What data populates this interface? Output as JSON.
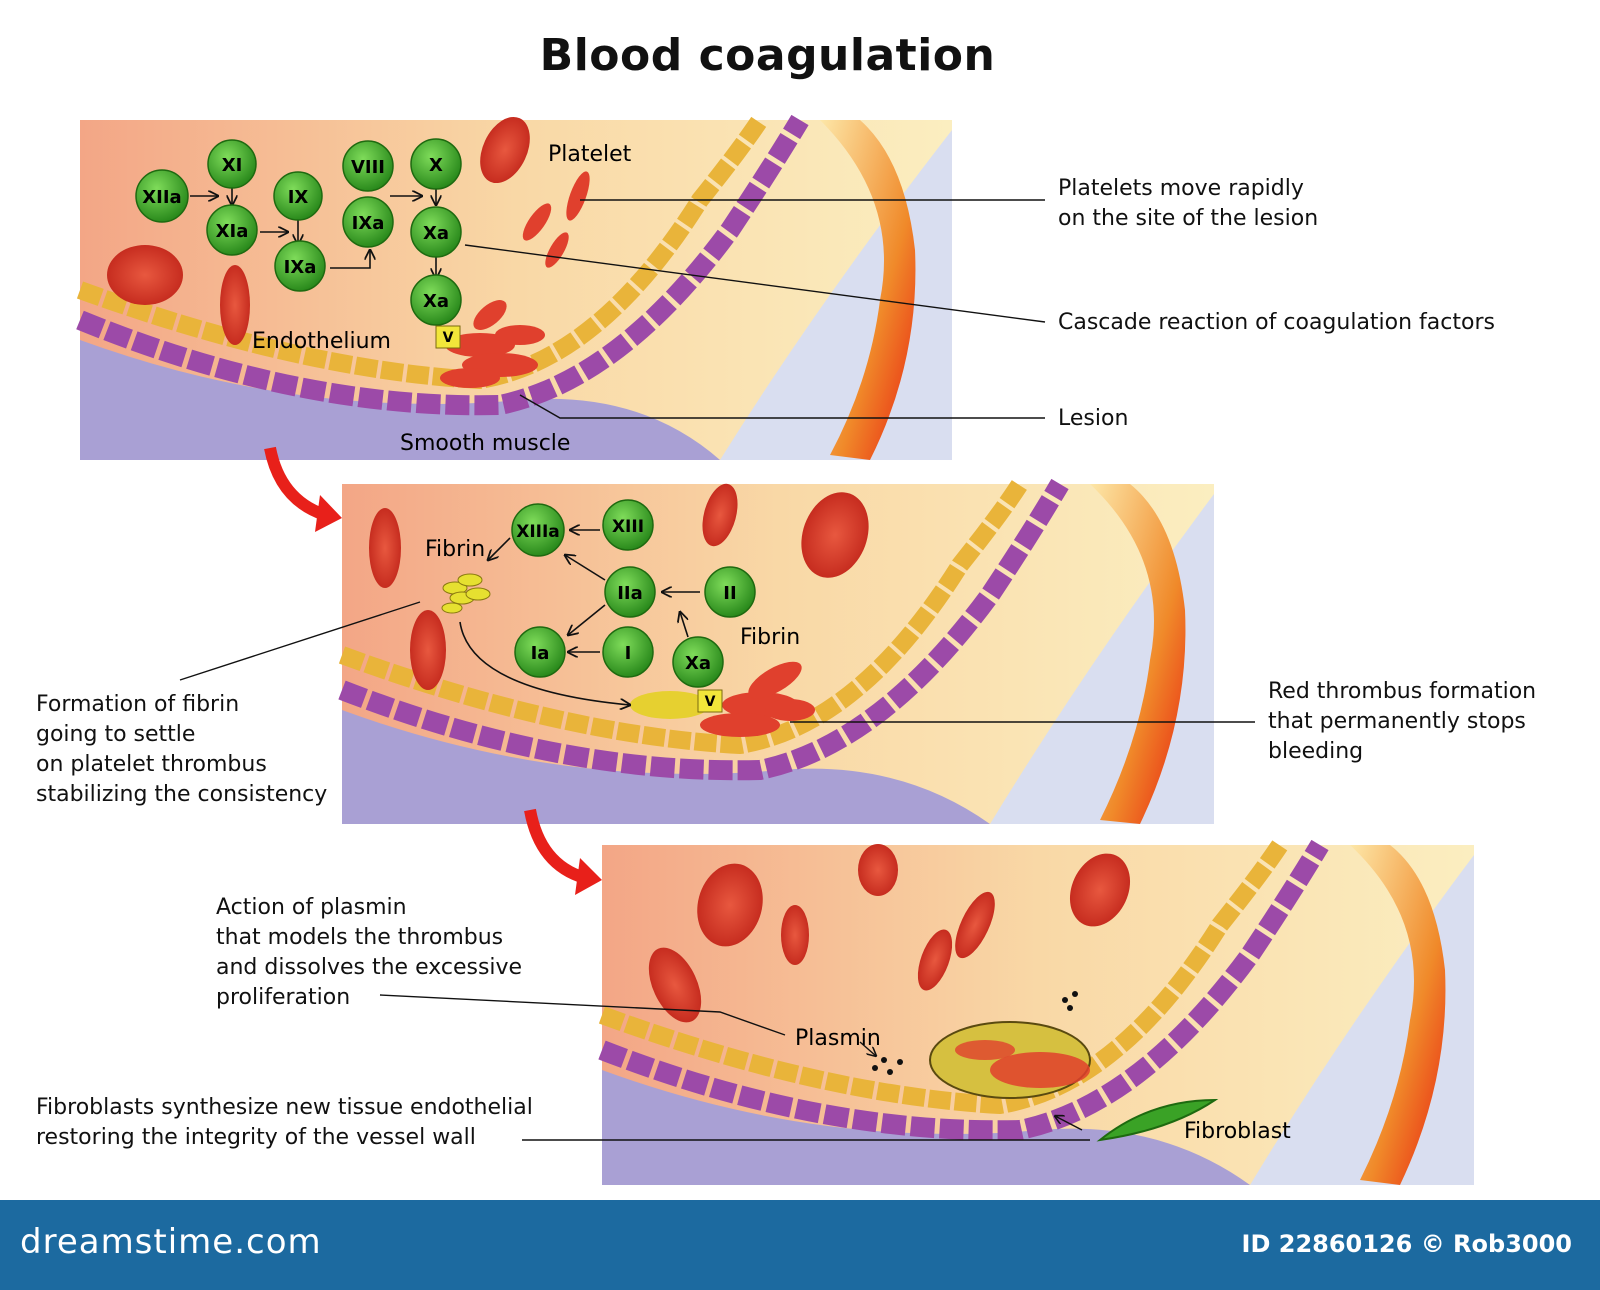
{
  "title": "Blood coagulation",
  "panel1": {
    "factors": {
      "xi": "XI",
      "xiia": "XIIa",
      "xia": "XIa",
      "ix": "IX",
      "ixa_low": "IXa",
      "viii": "VIII",
      "ixa_high": "IXa",
      "x": "X",
      "xa1": "Xa",
      "xa2": "Xa",
      "v": "V"
    },
    "labels": {
      "platelet": "Platelet",
      "endothelium": "Endothelium",
      "smooth_muscle": "Smooth muscle"
    },
    "callouts": {
      "platelets": [
        "Platelets move rapidly",
        "on the site of the lesion"
      ],
      "cascade": "Cascade reaction of coagulation factors",
      "lesion": "Lesion"
    }
  },
  "panel2": {
    "factors": {
      "xiiia": "XIIIa",
      "xiii": "XIII",
      "iia": "IIa",
      "ii": "II",
      "ia": "Ia",
      "i": "I",
      "xa": "Xa",
      "v": "V"
    },
    "labels": {
      "fibrin_left": "Fibrin",
      "fibrin_right": "Fibrin"
    },
    "callouts": {
      "fibrin": [
        "Formation of fibrin",
        "going to settle",
        "on platelet thrombus",
        "stabilizing the consistency"
      ],
      "red_thrombus": [
        "Red thrombus formation",
        "that permanently stops",
        "bleeding"
      ]
    }
  },
  "panel3": {
    "labels": {
      "plasmin": "Plasmin",
      "fibroblast": "Fibroblast"
    },
    "callouts": {
      "plasmin": [
        "Action of plasmin",
        "that models the thrombus",
        "and dissolves the excessive",
        "proliferation"
      ],
      "fibroblasts": [
        "Fibroblasts synthesize new tissue endothelial",
        "restoring the integrity of the vessel wall"
      ]
    }
  },
  "footer": {
    "brand": "dreamstime.com",
    "id_text": "ID 22860126 © Rob3000"
  },
  "colors": {
    "factor_green": "#3aa226",
    "red_cell": "#d63a2a",
    "endothelium_yellow": "#e9b43a",
    "muscle_purple": "#9c4aa8",
    "arrow_red": "#e8201a",
    "footer_blue": "#1c6aa0"
  }
}
